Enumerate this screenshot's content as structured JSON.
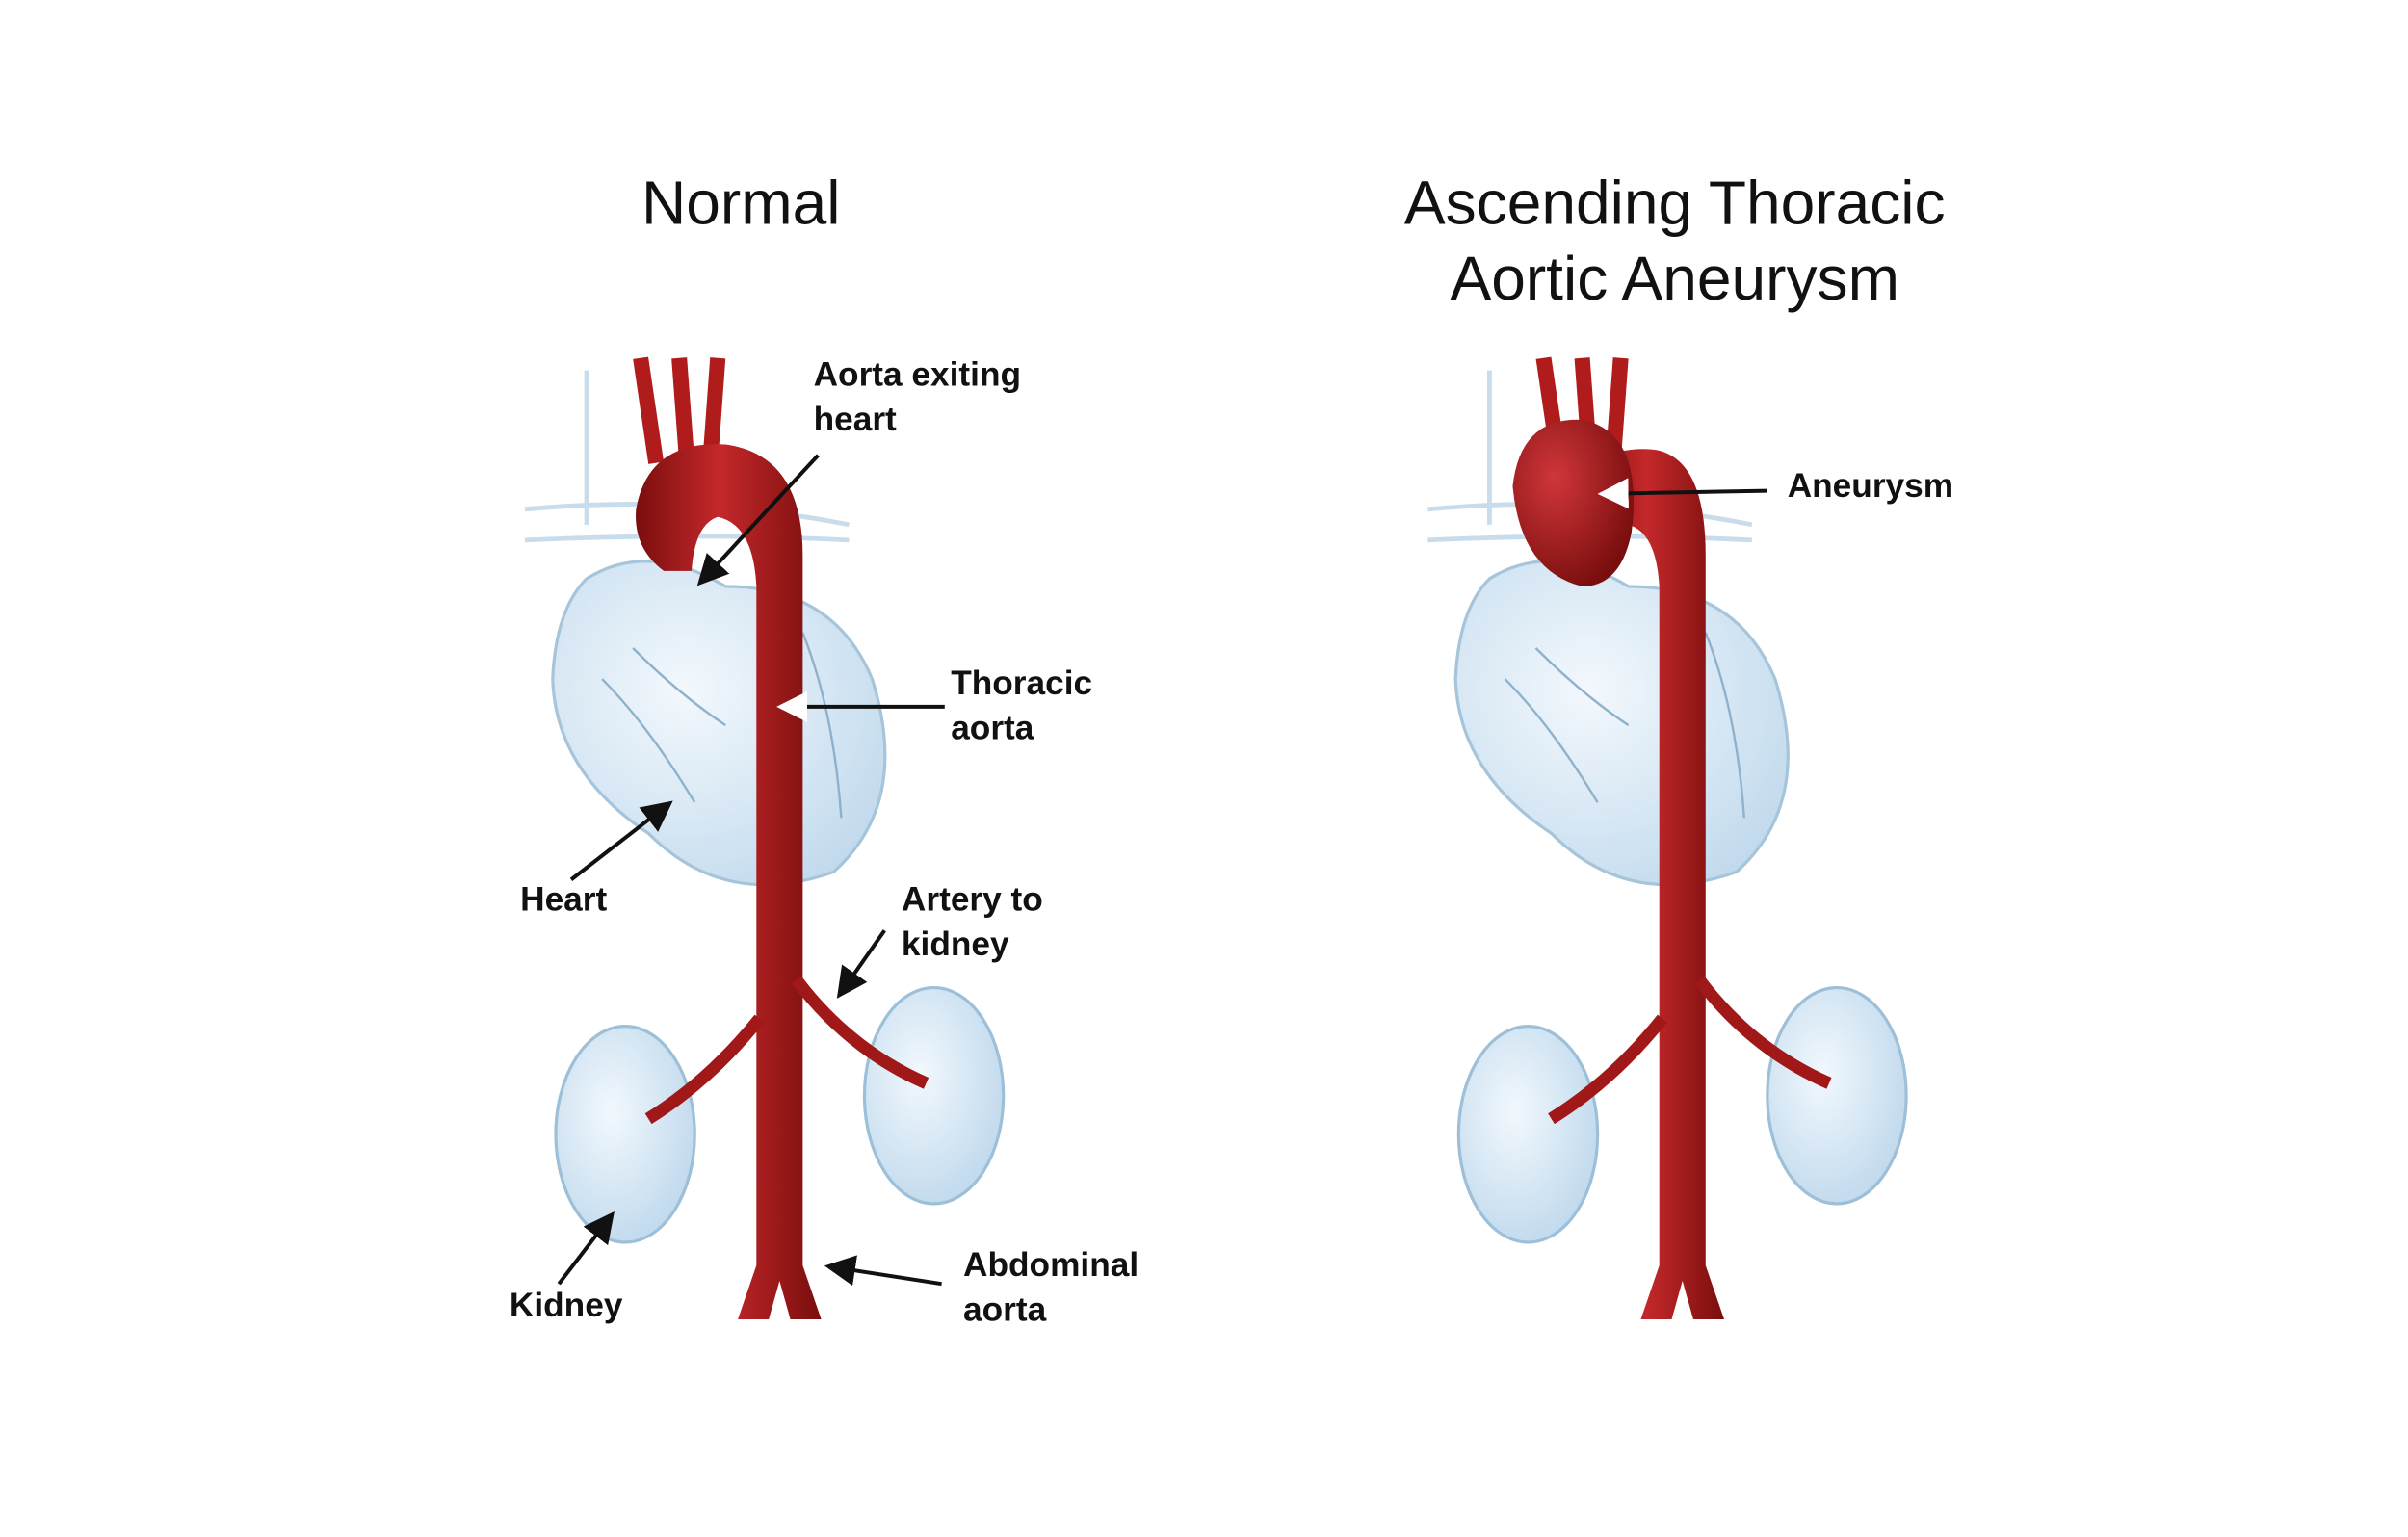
{
  "titles": {
    "normal": "Normal",
    "aneurysm_line1": "Ascending Thoracic",
    "aneurysm_line2": "Aortic Aneurysm"
  },
  "labels": {
    "aorta_exiting_1": "Aorta exiting",
    "aorta_exiting_2": "heart",
    "thoracic_1": "Thoracic",
    "thoracic_2": "aorta",
    "heart": "Heart",
    "artery_kidney_1": "Artery to",
    "artery_kidney_2": "kidney",
    "kidney": "Kidney",
    "abdominal_1": "Abdominal",
    "abdominal_2": "aorta",
    "aneurysm": "Aneurysm"
  },
  "colors": {
    "aorta": "#b01c1c",
    "aorta_dark": "#7a0e0e",
    "organ": "#d6e8f5",
    "organ_stroke": "#9dbfd8"
  }
}
